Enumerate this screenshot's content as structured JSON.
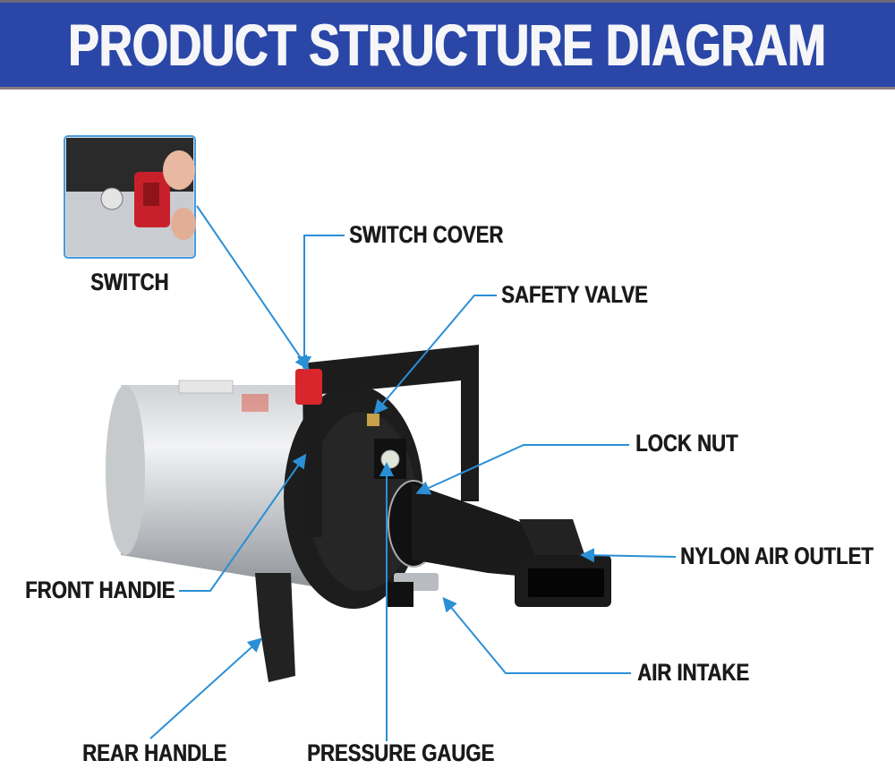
{
  "title": "PRODUCT STRUCTURE DIAGRAM",
  "labels": {
    "switch": "SWITCH",
    "switch_cover": "SWITCH COVER",
    "safety_valve": "SAFETY VALVE",
    "lock_nut": "LOCK NUT",
    "nylon_air_outlet": "NYLON AIR OUTLET",
    "front_handle": "FRONT HANDIE",
    "air_intake": "AIR INTAKE",
    "rear_handle": "REAR HANDLE",
    "pressure_gauge": "PRESSURE GAUGE"
  },
  "colors": {
    "banner": "#2a47a8",
    "leader_line": "#2b8fd6",
    "switch_red": "#d8262c"
  }
}
